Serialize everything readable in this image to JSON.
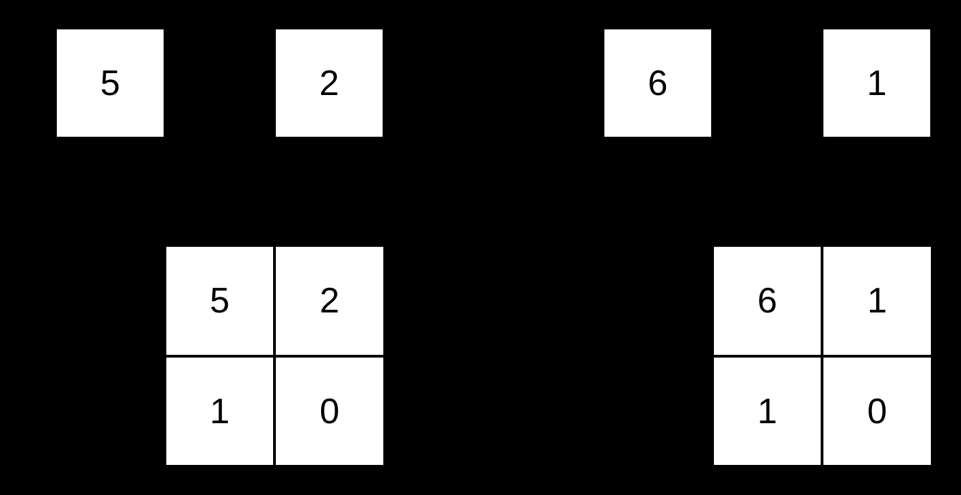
{
  "figure": {
    "background_color": "#000000",
    "box_fill_color": "#ffffff",
    "digit_color": "#000000"
  },
  "top_row": {
    "cards": [
      {
        "value": "5"
      },
      {
        "value": "2"
      },
      {
        "value": "6"
      },
      {
        "value": "1"
      }
    ]
  },
  "matrices": [
    {
      "rows": [
        [
          "5",
          "2"
        ],
        [
          "1",
          "0"
        ]
      ]
    },
    {
      "rows": [
        [
          "6",
          "1"
        ],
        [
          "1",
          "0"
        ]
      ]
    }
  ]
}
